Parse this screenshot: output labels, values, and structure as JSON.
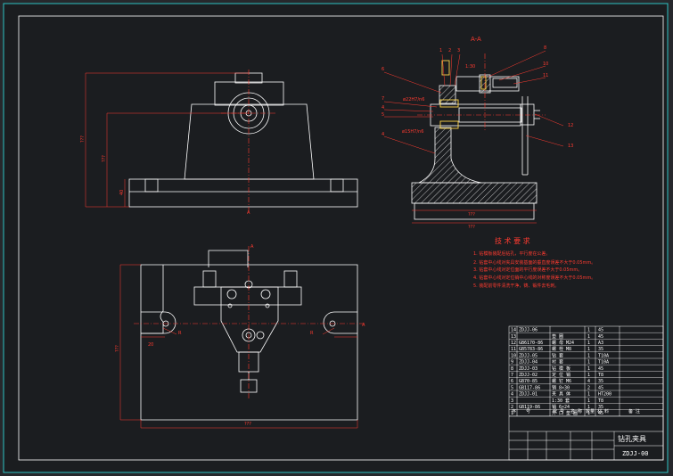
{
  "colors": {
    "background": "#26282c",
    "paper": "#1b1d20",
    "frame": "#2ec4c4",
    "outline": "#ffffff",
    "dimension": "#ff3b30",
    "centerline": "#ff3b30",
    "label": "#ff3b30",
    "hatch": "#ffffff"
  },
  "section": {
    "title": "A-A"
  },
  "tech": {
    "title": "技 术 要 求",
    "items": [
      "1. 钻模板装配后钻孔，平行度在公差。",
      "2. 钻套中心线对夹具安装基面的垂直度误差不大于0.05mm。",
      "3. 钻套中心线对定位面的平行度误差不大于0.05mm。",
      "4. 钻套中心线对定位销中心线的对称度误差不大于0.05mm。",
      "5. 装配前零件清洗干净，铸、锻件去毛刺。"
    ]
  },
  "parts_rows": [
    {
      "no": "14",
      "code": "ZDJJ-06",
      "name": "",
      "qty": "1",
      "mat": "45"
    },
    {
      "no": "13",
      "code": "",
      "name": "垫 圈",
      "qty": "1",
      "mat": "45"
    },
    {
      "no": "12",
      "code": "GB6170-86",
      "name": "螺 母 M24",
      "qty": "1",
      "mat": "A3"
    },
    {
      "no": "11",
      "code": "GB5783-86",
      "name": "螺 栓 M8",
      "qty": "1",
      "mat": "35"
    },
    {
      "no": "10",
      "code": "ZDJJ-05",
      "name": "钻 套",
      "qty": "1",
      "mat": "T10A"
    },
    {
      "no": "9",
      "code": "ZDJJ-04",
      "name": "衬 套",
      "qty": "1",
      "mat": "T10A"
    },
    {
      "no": "8",
      "code": "ZDJJ-03",
      "name": "钻 模 板",
      "qty": "1",
      "mat": "45"
    },
    {
      "no": "7",
      "code": "ZDJJ-02",
      "name": "定 位 销",
      "qty": "1",
      "mat": "T8"
    },
    {
      "no": "6",
      "code": "GB70-85",
      "name": "螺 钉 M6",
      "qty": "4",
      "mat": "35"
    },
    {
      "no": "5",
      "code": "GB117-86",
      "name": "销 8×30",
      "qty": "2",
      "mat": "45"
    },
    {
      "no": "4",
      "code": "ZDJJ-01",
      "name": "夹 具 体",
      "qty": "1",
      "mat": "HT200"
    },
    {
      "no": "3",
      "code": "",
      "name": "1:30 套",
      "qty": "1",
      "mat": "T8"
    },
    {
      "no": "2",
      "code": "GB119-86",
      "name": "销 6×24",
      "qty": "1",
      "mat": "35"
    },
    {
      "no": "1",
      "code": "",
      "name": "开 口 垫 圈",
      "qty": "1",
      "mat": "45"
    }
  ],
  "parts_header": [
    "序",
    "号",
    "代 号",
    "名 称",
    "数量",
    "材 料",
    "备 注"
  ],
  "title_block": {
    "title": "钻孔夹具",
    "code": "ZDJJ-00"
  },
  "front_view": {
    "dims": [
      "???",
      "???",
      "40"
    ]
  },
  "section_view": {
    "balloons": [
      "1",
      "2",
      "3",
      "8",
      "10",
      "11",
      "6",
      "7",
      "4",
      "5",
      "12",
      "13",
      "4"
    ],
    "fits": [
      "ø22H7/n6",
      "ø15H7/n6",
      "1:30"
    ],
    "dims": [
      "???",
      "???"
    ]
  },
  "top_view": {
    "dims": [
      "???",
      "???",
      "20",
      "R",
      "R"
    ],
    "section_marks": [
      "A",
      "A"
    ]
  }
}
